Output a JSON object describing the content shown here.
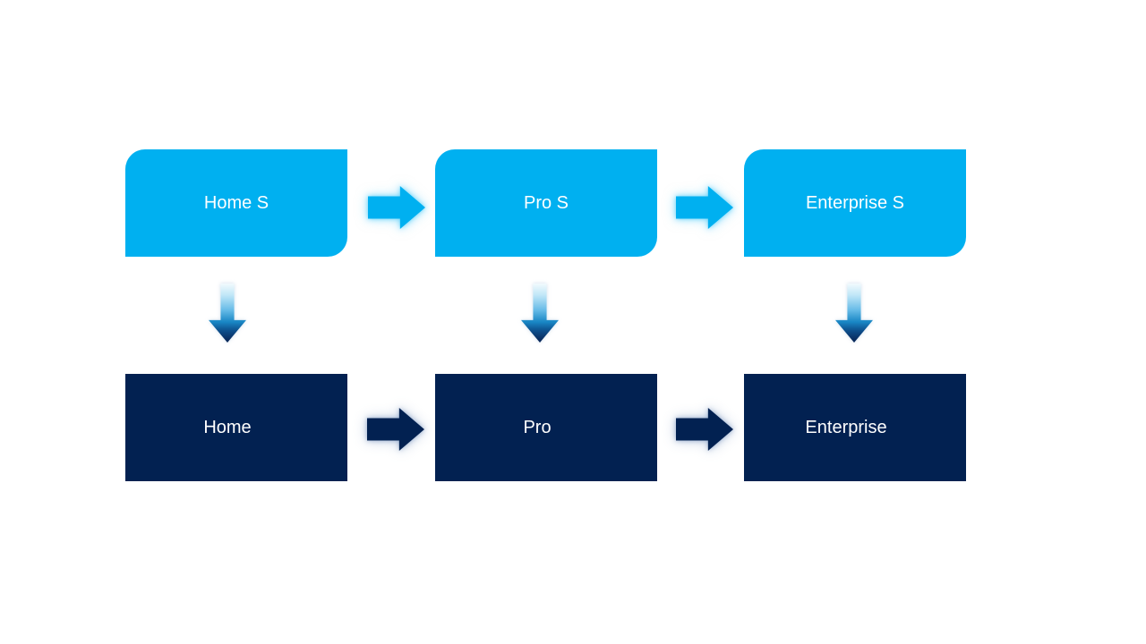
{
  "colors": {
    "background": "#ffffff",
    "top-fill": "#00b0f0",
    "bottom-fill": "#022151",
    "label": "#ffffff",
    "glow-cyan": "#5fd0fa",
    "glow-navy": "#8aa2c8",
    "gradient-light": "#f2fafd",
    "gradient-dark": "#0a2a5c"
  },
  "diagram": {
    "top_row": [
      {
        "label": "Home S"
      },
      {
        "label": "Pro S"
      },
      {
        "label": "Enterprise S"
      }
    ],
    "bottom_row": [
      {
        "label": "Home"
      },
      {
        "label": "Pro"
      },
      {
        "label": "Enterprise"
      }
    ],
    "icons": {
      "right_arrow": "right-arrow",
      "down_arrow": "down-arrow"
    }
  }
}
